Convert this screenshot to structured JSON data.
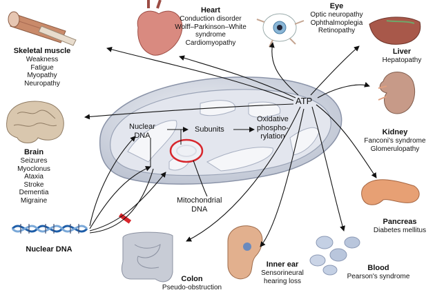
{
  "center": {
    "atp": "ATP",
    "nuclear_dna": [
      "Nuclear",
      "DNA"
    ],
    "subunits": "Subunits",
    "oxphos": [
      "Oxidative",
      "phospho-",
      "rylation"
    ],
    "mito_dna": [
      "Mitochondrial",
      "DNA"
    ]
  },
  "organs": {
    "skeletal_muscle": {
      "title": "Skeletal muscle",
      "items": [
        "Weakness",
        "Fatigue",
        "Myopathy",
        "Neuropathy"
      ]
    },
    "heart": {
      "title": "Heart",
      "items": [
        "Conduction disorder",
        "Wolff–Parkinson–White",
        "syndrome",
        "Cardiomyopathy"
      ]
    },
    "eye": {
      "title": "Eye",
      "items": [
        "Optic neuropathy",
        "Ophthalmoplegia",
        "Retinopathy"
      ]
    },
    "liver": {
      "title": "Liver",
      "items": [
        "Hepatopathy"
      ]
    },
    "kidney": {
      "title": "Kidney",
      "items": [
        "Fanconi's syndrome",
        "Glomerulopathy"
      ]
    },
    "brain": {
      "title": "Brain",
      "items": [
        "Seizures",
        "Myoclonus",
        "Ataxia",
        "Stroke",
        "Dementia",
        "Migraine"
      ]
    },
    "pancreas": {
      "title": "Pancreas",
      "items": [
        "Diabetes mellitus"
      ]
    },
    "blood": {
      "title": "Blood",
      "items": [
        "Pearson's syndrome"
      ]
    },
    "inner_ear": {
      "title": "Inner ear",
      "items": [
        "Sensorineural",
        "hearing loss"
      ]
    },
    "colon": {
      "title": "Colon",
      "items": [
        "Pseudo-obstruction"
      ]
    },
    "nuclear_dna": {
      "title": "Nuclear DNA",
      "items": []
    }
  },
  "colors": {
    "mito_outer": "#c9cfdc",
    "mito_inner": "#e6e9f0",
    "cristae": "#f4f5f8",
    "mtdna_ring": "#d7262c",
    "block_bar": "#d7262c",
    "arrow": "#111111",
    "muscle": "#c98a6a",
    "heart": "#d98a80",
    "eye": "#8ab6d6",
    "liver": "#a8584a",
    "kidney": "#c79a88",
    "brain": "#d9c7ae",
    "pancreas": "#e7a074",
    "blood": "#b9c6dc",
    "ear": "#e2b08e",
    "colon": "#c8ccd6",
    "dna_a": "#1d5da8",
    "dna_b": "#7aa8d8"
  }
}
